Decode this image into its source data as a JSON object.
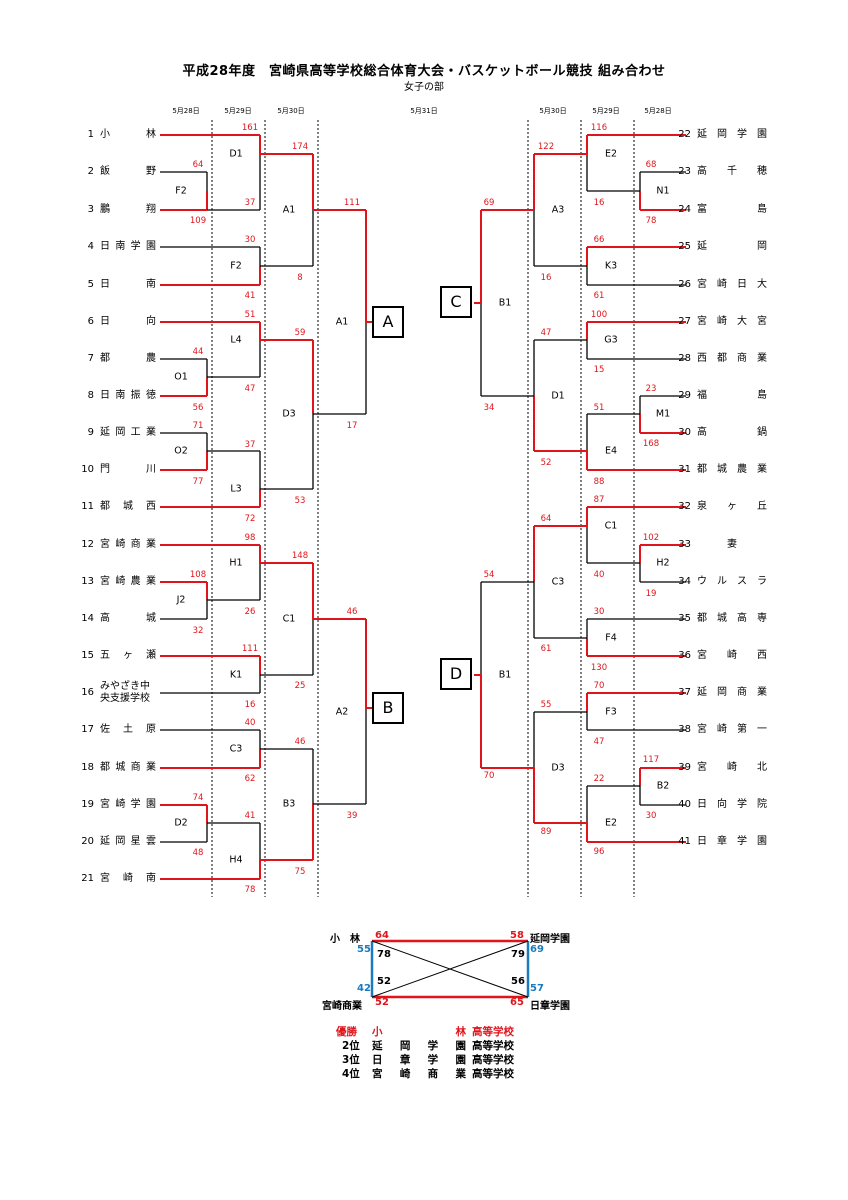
{
  "header": {
    "title": "平成28年度　宮崎県高等学校総合体育大会・バスケットボール競技 組み合わせ",
    "subtitle": "女子の部"
  },
  "dates": {
    "l1": "5月28日",
    "l2": "5月29日",
    "l3": "5月30日",
    "center": "5月31日",
    "r3": "5月30日",
    "r2": "5月29日",
    "r1": "5月28日"
  },
  "teams_left": [
    {
      "num": "1",
      "name": "小林"
    },
    {
      "num": "2",
      "name": "飯野"
    },
    {
      "num": "3",
      "name": "鵬翔"
    },
    {
      "num": "4",
      "name": "日南学園"
    },
    {
      "num": "5",
      "name": "日南"
    },
    {
      "num": "6",
      "name": "日向"
    },
    {
      "num": "7",
      "name": "都農"
    },
    {
      "num": "8",
      "name": "日南振徳"
    },
    {
      "num": "9",
      "name": "延岡工業"
    },
    {
      "num": "10",
      "name": "門川"
    },
    {
      "num": "11",
      "name": "都城西"
    },
    {
      "num": "12",
      "name": "宮崎商業"
    },
    {
      "num": "13",
      "name": "宮崎農業"
    },
    {
      "num": "14",
      "name": "高城"
    },
    {
      "num": "15",
      "name": "五ヶ瀬"
    },
    {
      "num": "16",
      "name": "みやざき中",
      "name2": "央支援学校"
    },
    {
      "num": "17",
      "name": "佐土原"
    },
    {
      "num": "18",
      "name": "都城商業"
    },
    {
      "num": "19",
      "name": "宮崎学園"
    },
    {
      "num": "20",
      "name": "延岡星雲"
    },
    {
      "num": "21",
      "name": "宮崎南"
    }
  ],
  "teams_right": [
    {
      "num": "22",
      "name": "延岡学園"
    },
    {
      "num": "23",
      "name": "高千穂"
    },
    {
      "num": "24",
      "name": "富島"
    },
    {
      "num": "25",
      "name": "延岡"
    },
    {
      "num": "26",
      "name": "宮崎日大"
    },
    {
      "num": "27",
      "name": "宮崎大宮"
    },
    {
      "num": "28",
      "name": "西都商業"
    },
    {
      "num": "29",
      "name": "福島"
    },
    {
      "num": "30",
      "name": "高鍋"
    },
    {
      "num": "31",
      "name": "都城農業"
    },
    {
      "num": "32",
      "name": "泉ヶ丘"
    },
    {
      "num": "33",
      "name": "妻"
    },
    {
      "num": "34",
      "name": "ウルスラ"
    },
    {
      "num": "35",
      "name": "都城高専"
    },
    {
      "num": "36",
      "name": "宮崎西"
    },
    {
      "num": "37",
      "name": "延岡商業"
    },
    {
      "num": "38",
      "name": "宮崎第一"
    },
    {
      "num": "39",
      "name": "宮崎北"
    },
    {
      "num": "40",
      "name": "日向学院"
    },
    {
      "num": "41",
      "name": "日章学園"
    }
  ],
  "game_labels": [
    "D1",
    "F2",
    "F2",
    "L4",
    "O1",
    "D3",
    "O2",
    "L3",
    "A1",
    "A1",
    "H1",
    "J2",
    "K1",
    "C1",
    "C3",
    "H4",
    "D2",
    "B3",
    "A2",
    "E2",
    "N1",
    "K3",
    "A3",
    "G3",
    "M1",
    "E4",
    "D1",
    "B1",
    "C1",
    "H2",
    "F4",
    "C3",
    "F3",
    "B2",
    "E2",
    "D3",
    "B1"
  ],
  "scores": [
    "161",
    "174",
    "111",
    "64",
    "109",
    "37",
    "30",
    "41",
    "8",
    "51",
    "59",
    "44",
    "47",
    "56",
    "17",
    "71",
    "77",
    "37",
    "53",
    "72",
    "98",
    "148",
    "46",
    "108",
    "26",
    "32",
    "111",
    "25",
    "16",
    "40",
    "46",
    "62",
    "39",
    "74",
    "48",
    "41",
    "78",
    "75",
    "116",
    "122",
    "69",
    "68",
    "78",
    "16",
    "66",
    "16",
    "61",
    "100",
    "47",
    "15",
    "23",
    "168",
    "51",
    "34",
    "88",
    "52",
    "87",
    "64",
    "102",
    "40",
    "19",
    "54",
    "30",
    "130",
    "61",
    "70",
    "55",
    "47",
    "117",
    "30",
    "22",
    "89",
    "96",
    "70"
  ],
  "blocks": {
    "a": "A",
    "b": "B",
    "c": "C",
    "d": "D"
  },
  "final_league": {
    "teams": {
      "top_left": "小　林",
      "top_right": "延岡学園",
      "bottom_left": "宮崎商業",
      "bottom_right": "日章学園"
    },
    "scores": {
      "tl_top": "64",
      "tr_top": "58",
      "tl_side": "55",
      "bl_side": "42",
      "tr_side": "69",
      "br_side": "57",
      "bl_bottom": "52",
      "br_bottom": "65",
      "x_tl": "78",
      "x_tr": "79",
      "x_bl": "52",
      "x_br": "56"
    }
  },
  "results": [
    {
      "rank": "優勝",
      "school": "小林",
      "suffix": "高等学校"
    },
    {
      "rank": "2位",
      "school": "延岡学園",
      "suffix": "高等学校"
    },
    {
      "rank": "3位",
      "school": "日章学園",
      "suffix": "高等学校"
    },
    {
      "rank": "4位",
      "school": "宮崎商業",
      "suffix": "高等学校"
    }
  ],
  "colors": {
    "winner_line": "#e0151b",
    "loser_line": "#000000",
    "league_side": "#1a7bbf"
  }
}
